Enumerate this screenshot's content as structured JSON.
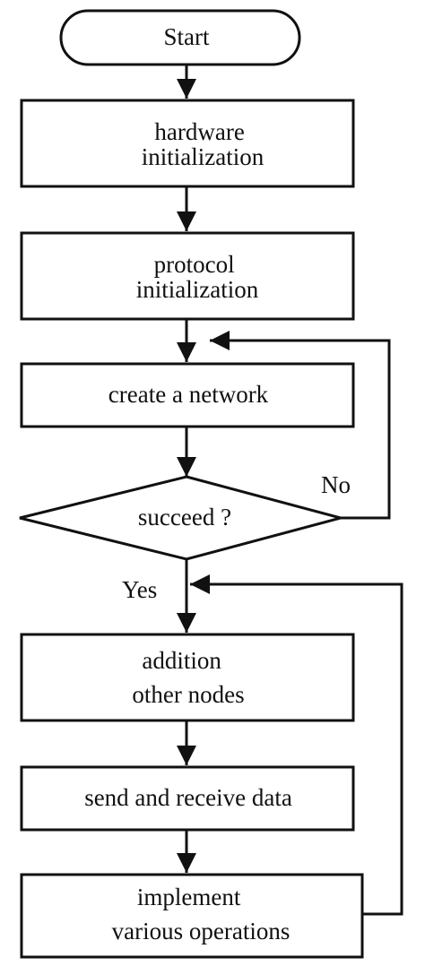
{
  "flowchart": {
    "nodes": {
      "start": {
        "lines": [
          "Start"
        ]
      },
      "hardware_init": {
        "lines": [
          "hardware",
          "initialization"
        ]
      },
      "protocol_init": {
        "lines": [
          "protocol",
          "initialization"
        ]
      },
      "create_network": {
        "lines": [
          "create a network"
        ]
      },
      "succeed": {
        "lines": [
          "succeed ?"
        ]
      },
      "add_nodes": {
        "lines": [
          "addition",
          "other nodes"
        ]
      },
      "send_receive": {
        "lines": [
          "send and receive data"
        ]
      },
      "implement": {
        "lines": [
          "implement",
          "various operations"
        ]
      }
    },
    "labels": {
      "no": "No",
      "yes": "Yes"
    }
  }
}
